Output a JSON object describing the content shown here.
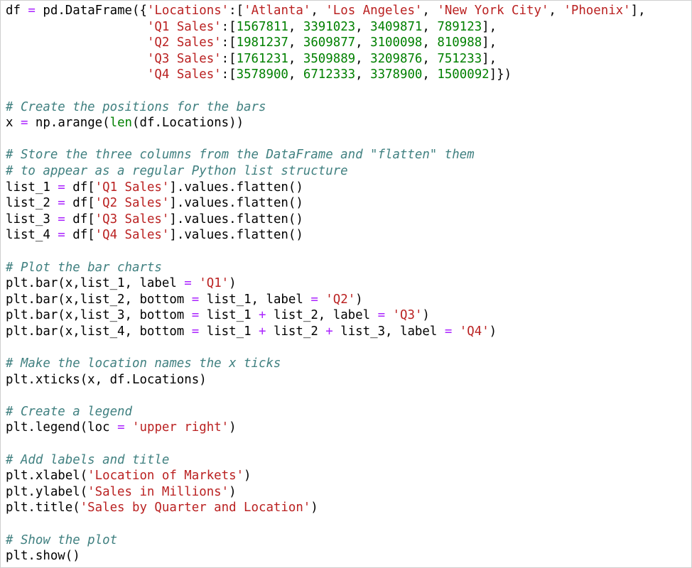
{
  "editor": {
    "theme": {
      "background": "#ffffff",
      "text": "#000000",
      "string": "#ba2121",
      "number": "#008000",
      "operator": "#aa22ff",
      "comment": "#408080"
    },
    "lines": [
      [
        [
          "code",
          "df "
        ],
        [
          "op",
          "="
        ],
        [
          "code",
          " pd.DataFrame({"
        ],
        [
          "str",
          "'Locations'"
        ],
        [
          "code",
          ":["
        ],
        [
          "str",
          "'Atlanta'"
        ],
        [
          "code",
          ", "
        ],
        [
          "str",
          "'Los Angeles'"
        ],
        [
          "code",
          ", "
        ],
        [
          "str",
          "'New York City'"
        ],
        [
          "code",
          ", "
        ],
        [
          "str",
          "'Phoenix'"
        ],
        [
          "code",
          "],"
        ]
      ],
      [
        [
          "code",
          "                   "
        ],
        [
          "str",
          "'Q1 Sales'"
        ],
        [
          "code",
          ":["
        ],
        [
          "num",
          "1567811"
        ],
        [
          "code",
          ", "
        ],
        [
          "num",
          "3391023"
        ],
        [
          "code",
          ", "
        ],
        [
          "num",
          "3409871"
        ],
        [
          "code",
          ", "
        ],
        [
          "num",
          "789123"
        ],
        [
          "code",
          "],"
        ]
      ],
      [
        [
          "code",
          "                   "
        ],
        [
          "str",
          "'Q2 Sales'"
        ],
        [
          "code",
          ":["
        ],
        [
          "num",
          "1981237"
        ],
        [
          "code",
          ", "
        ],
        [
          "num",
          "3609877"
        ],
        [
          "code",
          ", "
        ],
        [
          "num",
          "3100098"
        ],
        [
          "code",
          ", "
        ],
        [
          "num",
          "810988"
        ],
        [
          "code",
          "],"
        ]
      ],
      [
        [
          "code",
          "                   "
        ],
        [
          "str",
          "'Q3 Sales'"
        ],
        [
          "code",
          ":["
        ],
        [
          "num",
          "1761231"
        ],
        [
          "code",
          ", "
        ],
        [
          "num",
          "3509889"
        ],
        [
          "code",
          ", "
        ],
        [
          "num",
          "3209876"
        ],
        [
          "code",
          ", "
        ],
        [
          "num",
          "751233"
        ],
        [
          "code",
          "],"
        ]
      ],
      [
        [
          "code",
          "                   "
        ],
        [
          "str",
          "'Q4 Sales'"
        ],
        [
          "code",
          ":["
        ],
        [
          "num",
          "3578900"
        ],
        [
          "code",
          ", "
        ],
        [
          "num",
          "6712333"
        ],
        [
          "code",
          ", "
        ],
        [
          "num",
          "3378900"
        ],
        [
          "code",
          ", "
        ],
        [
          "num",
          "1500092"
        ],
        [
          "code",
          "]})"
        ]
      ],
      [],
      [
        [
          "comment",
          "# Create the positions for the bars"
        ]
      ],
      [
        [
          "code",
          "x "
        ],
        [
          "op",
          "="
        ],
        [
          "code",
          " np.arange("
        ],
        [
          "builtin",
          "len"
        ],
        [
          "code",
          "(df.Locations))"
        ]
      ],
      [],
      [
        [
          "comment",
          "# Store the three columns from the DataFrame and \"flatten\" them"
        ]
      ],
      [
        [
          "comment",
          "# to appear as a regular Python list structure"
        ]
      ],
      [
        [
          "code",
          "list_1 "
        ],
        [
          "op",
          "="
        ],
        [
          "code",
          " df["
        ],
        [
          "str",
          "'Q1 Sales'"
        ],
        [
          "code",
          "].values.flatten()"
        ]
      ],
      [
        [
          "code",
          "list_2 "
        ],
        [
          "op",
          "="
        ],
        [
          "code",
          " df["
        ],
        [
          "str",
          "'Q2 Sales'"
        ],
        [
          "code",
          "].values.flatten()"
        ]
      ],
      [
        [
          "code",
          "list_3 "
        ],
        [
          "op",
          "="
        ],
        [
          "code",
          " df["
        ],
        [
          "str",
          "'Q3 Sales'"
        ],
        [
          "code",
          "].values.flatten()"
        ]
      ],
      [
        [
          "code",
          "list_4 "
        ],
        [
          "op",
          "="
        ],
        [
          "code",
          " df["
        ],
        [
          "str",
          "'Q4 Sales'"
        ],
        [
          "code",
          "].values.flatten()"
        ]
      ],
      [],
      [
        [
          "comment",
          "# Plot the bar charts"
        ]
      ],
      [
        [
          "code",
          "plt.bar(x,list_1, label "
        ],
        [
          "op",
          "="
        ],
        [
          "code",
          " "
        ],
        [
          "str",
          "'Q1'"
        ],
        [
          "code",
          ")"
        ]
      ],
      [
        [
          "code",
          "plt.bar(x,list_2, bottom "
        ],
        [
          "op",
          "="
        ],
        [
          "code",
          " list_1, label "
        ],
        [
          "op",
          "="
        ],
        [
          "code",
          " "
        ],
        [
          "str",
          "'Q2'"
        ],
        [
          "code",
          ")"
        ]
      ],
      [
        [
          "code",
          "plt.bar(x,list_3, bottom "
        ],
        [
          "op",
          "="
        ],
        [
          "code",
          " list_1 "
        ],
        [
          "op",
          "+"
        ],
        [
          "code",
          " list_2, label "
        ],
        [
          "op",
          "="
        ],
        [
          "code",
          " "
        ],
        [
          "str",
          "'Q3'"
        ],
        [
          "code",
          ")"
        ]
      ],
      [
        [
          "code",
          "plt.bar(x,list_4, bottom "
        ],
        [
          "op",
          "="
        ],
        [
          "code",
          " list_1 "
        ],
        [
          "op",
          "+"
        ],
        [
          "code",
          " list_2 "
        ],
        [
          "op",
          "+"
        ],
        [
          "code",
          " list_3, label "
        ],
        [
          "op",
          "="
        ],
        [
          "code",
          " "
        ],
        [
          "str",
          "'Q4'"
        ],
        [
          "code",
          ")"
        ]
      ],
      [],
      [
        [
          "comment",
          "# Make the location names the x ticks"
        ]
      ],
      [
        [
          "code",
          "plt.xticks(x, df.Locations)"
        ]
      ],
      [],
      [
        [
          "comment",
          "# Create a legend"
        ]
      ],
      [
        [
          "code",
          "plt.legend(loc "
        ],
        [
          "op",
          "="
        ],
        [
          "code",
          " "
        ],
        [
          "str",
          "'upper right'"
        ],
        [
          "code",
          ")"
        ]
      ],
      [],
      [
        [
          "comment",
          "# Add labels and title"
        ]
      ],
      [
        [
          "code",
          "plt.xlabel("
        ],
        [
          "str",
          "'Location of Markets'"
        ],
        [
          "code",
          ")"
        ]
      ],
      [
        [
          "code",
          "plt.ylabel("
        ],
        [
          "str",
          "'Sales in Millions'"
        ],
        [
          "code",
          ")"
        ]
      ],
      [
        [
          "code",
          "plt.title("
        ],
        [
          "str",
          "'Sales by Quarter and Location'"
        ],
        [
          "code",
          ")"
        ]
      ],
      [],
      [
        [
          "comment",
          "# Show the plot"
        ]
      ],
      [
        [
          "code",
          "plt.show()"
        ]
      ]
    ]
  }
}
